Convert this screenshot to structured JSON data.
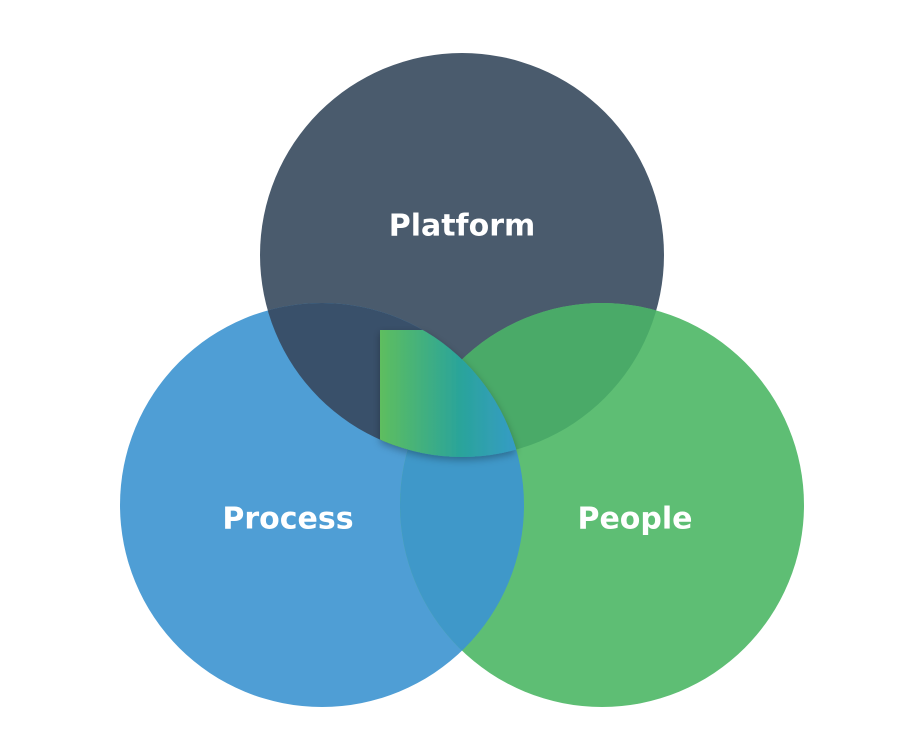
{
  "diagram": {
    "type": "venn",
    "circles": [
      {
        "id": "platform",
        "label": "Platform",
        "color": "#4a5b6d"
      },
      {
        "id": "process",
        "label": "Process",
        "color": "#4f9ed5"
      },
      {
        "id": "people",
        "label": "People",
        "color": "#5ebe74"
      }
    ],
    "overlap_colors": {
      "platform_process": "#39506a",
      "platform_people": "#4aaa68",
      "process_people": "#3f98c9"
    },
    "center_gradient": [
      "#5ebe5f",
      "#2aa49a",
      "#3a98d8"
    ]
  }
}
